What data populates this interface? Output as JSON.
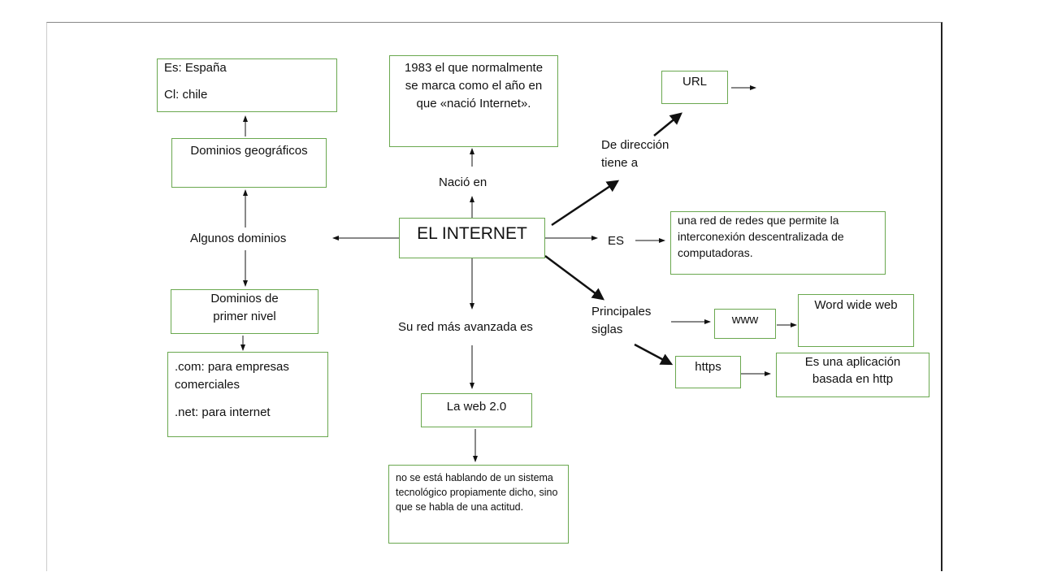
{
  "center": "EL INTERNET",
  "left": {
    "link": "Algunos dominios",
    "geo": {
      "title": "Dominios geográficos",
      "items": [
        "Es: España",
        "Cl: chile"
      ]
    },
    "primer": {
      "title": "Dominios de primer nivel",
      "items": [
        ".com: para empresas comerciales",
        ".net: para internet"
      ]
    }
  },
  "top": {
    "link": "Nació en",
    "text": "1983 el que normalmente se marca como el año en que «nació Internet»."
  },
  "bottom": {
    "link": "Su red más avanzada es",
    "node": "La web 2.0",
    "text": "no se está hablando de un sistema tecnológico propiamente dicho, sino que se habla de una actitud."
  },
  "right": {
    "url_link": "De dirección tiene a",
    "url": "URL",
    "es_link": "ES",
    "es_text": "una red de redes que permite la interconexión descentralizada de computadoras.",
    "siglas_link": "Principales siglas",
    "www": "www",
    "www_text": "Word wide web",
    "https": "https",
    "https_text": "Es una aplicación basada en http"
  }
}
